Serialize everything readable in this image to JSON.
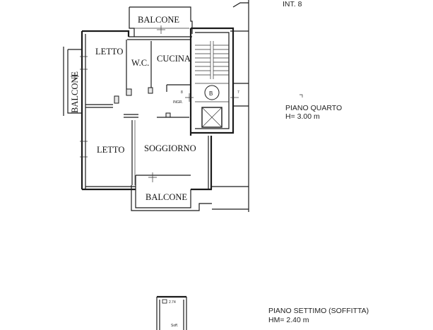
{
  "header": {
    "unit_label": "INT. 8"
  },
  "rooms": {
    "balcone_top": "BALCONE",
    "letto_top": "LETTO",
    "wc": "W.C.",
    "cucina": "CUCINA",
    "balcone_left": "BALCONE",
    "letto_bottom": "LETTO",
    "soggiorno": "SOGGIORNO",
    "balcone_bottom": "BALCONE"
  },
  "stair": {
    "lift_mark": "B",
    "left_number": "8",
    "right_number": "7",
    "entry_label": "INGR."
  },
  "floors": {
    "quarto": {
      "name": "PIANO QUARTO",
      "height": "H= 3.00 m"
    },
    "settimo": {
      "name": "PIANO SETTIMO (SOFFITTA)",
      "height": "HM= 2.40 m"
    }
  },
  "attic": {
    "level_mark": "2.74",
    "room_label": "Soff."
  }
}
